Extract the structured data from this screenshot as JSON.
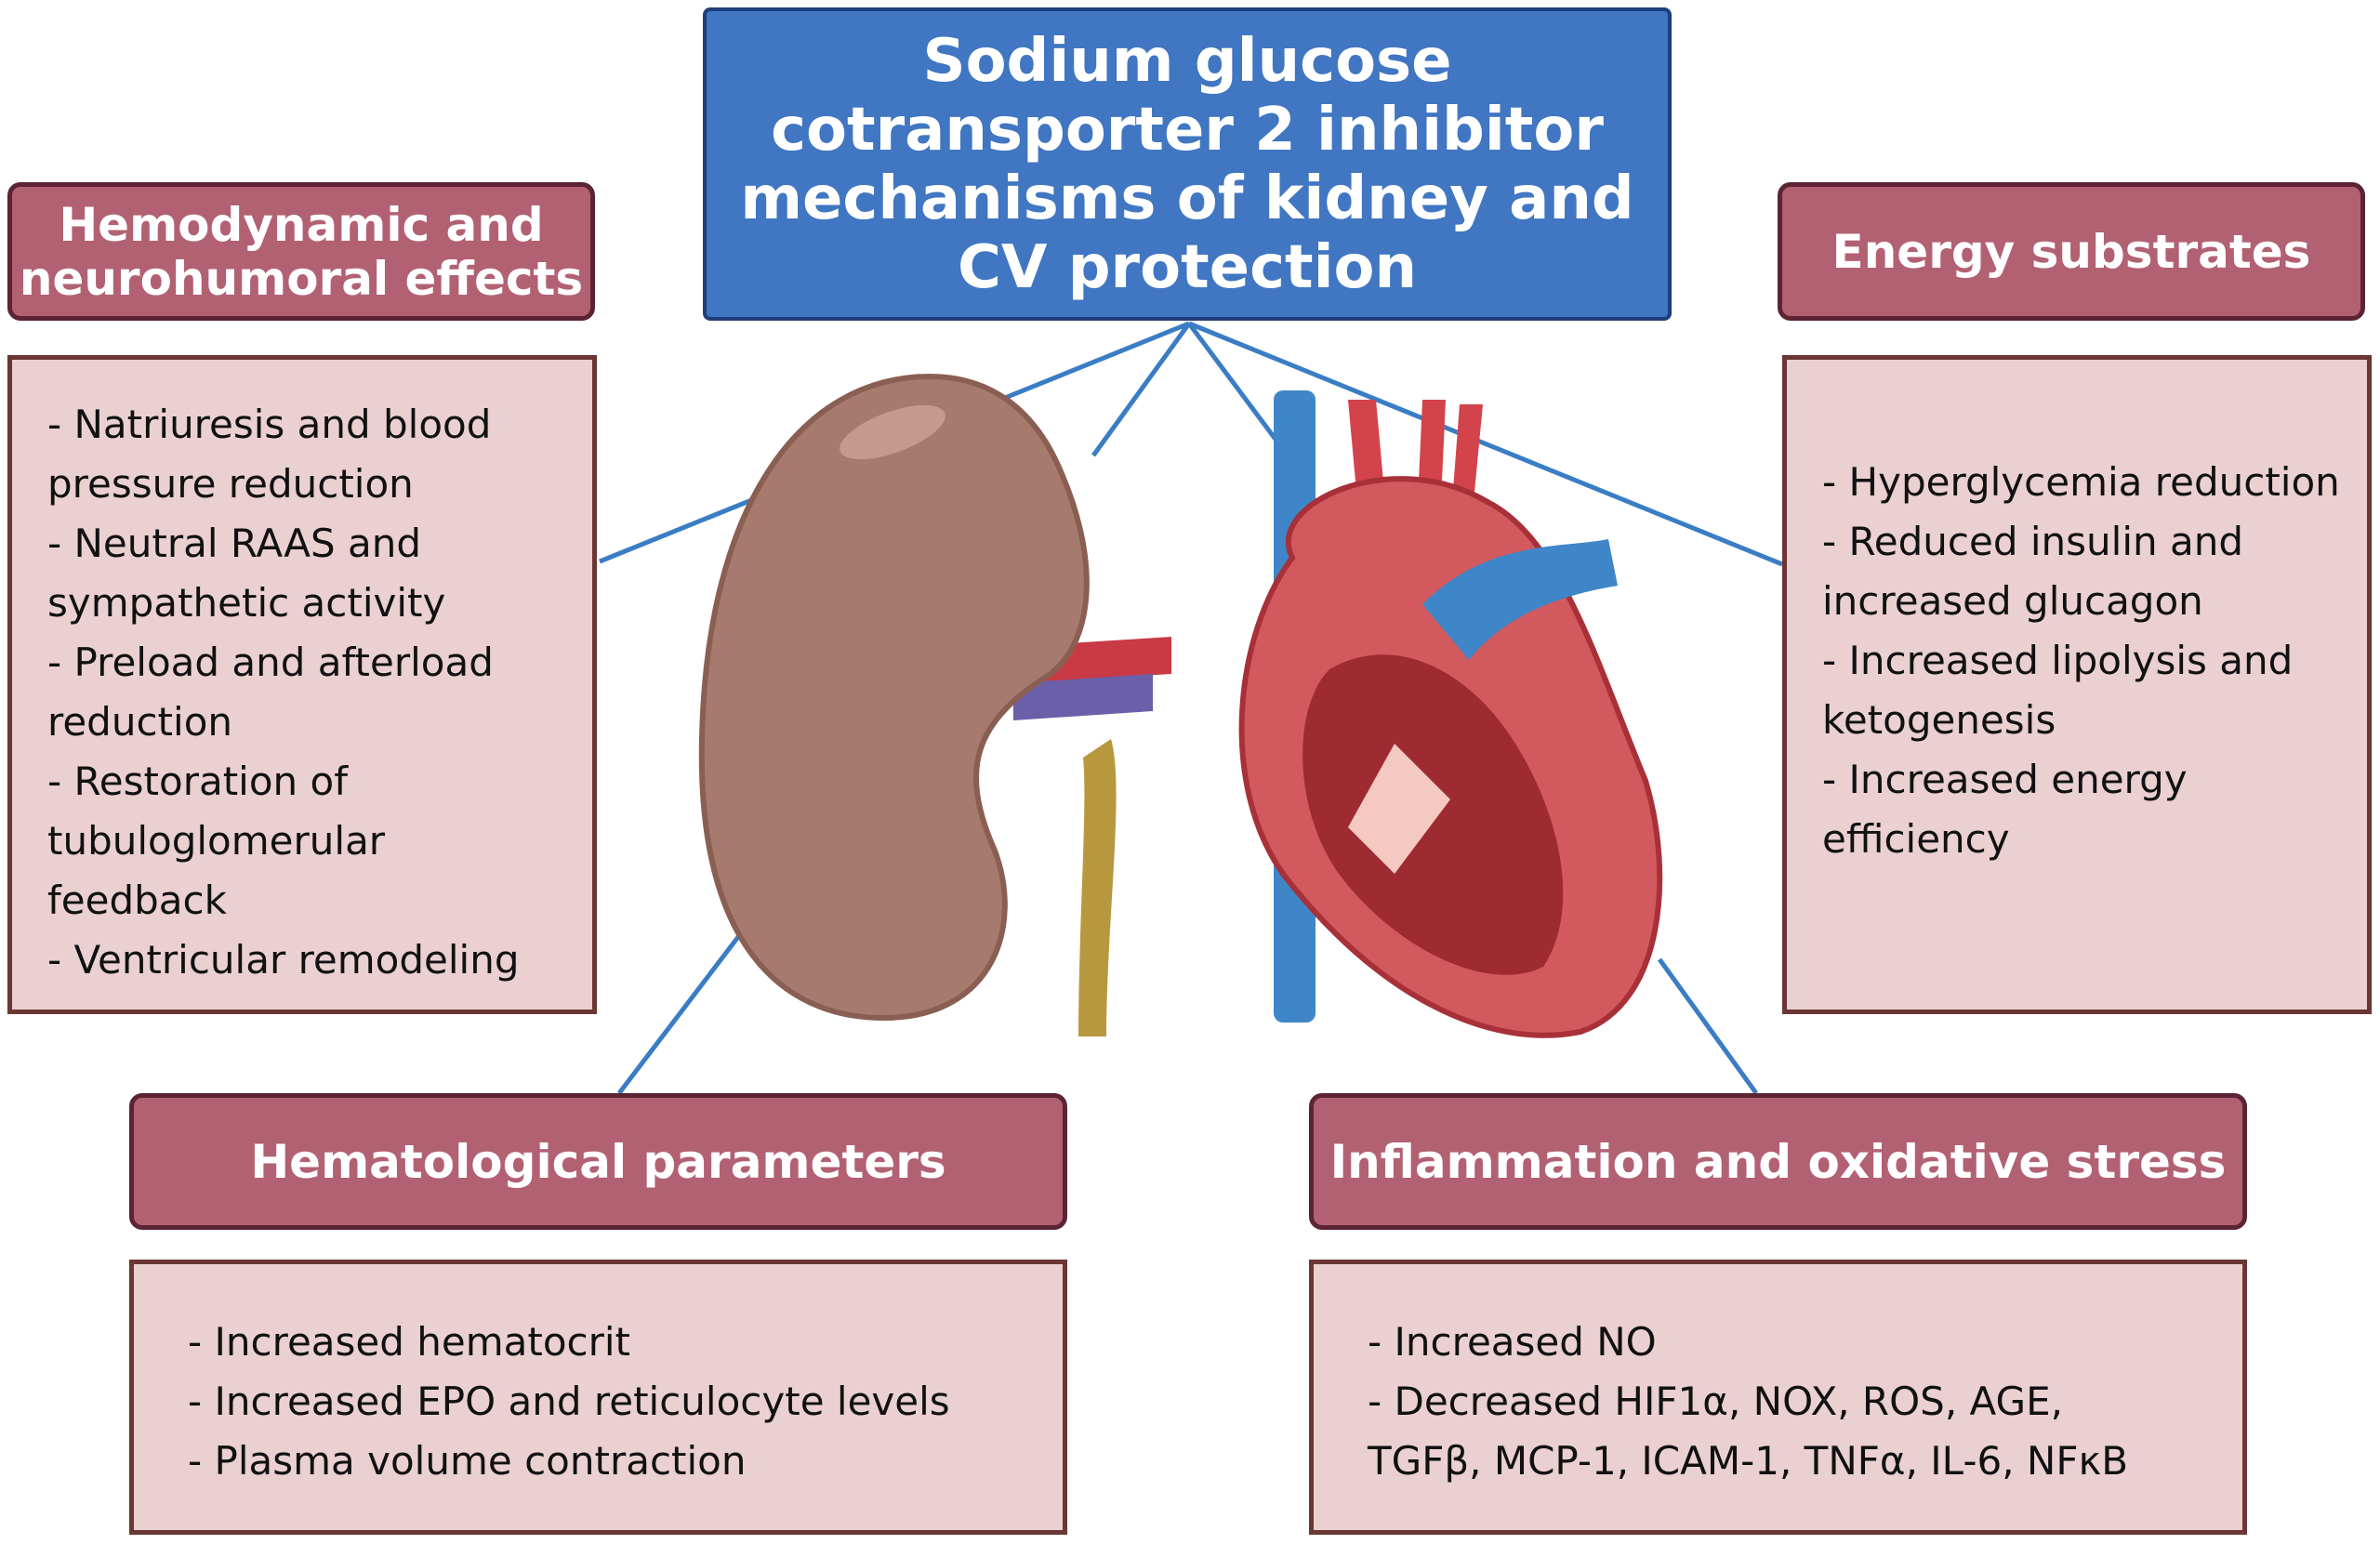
{
  "title": "Sodium glucose cotransporter 2 inhibitor mechanisms of kidney and CV protection",
  "panels": {
    "hemodynamic": {
      "header": "Hemodynamic and neurohumoral effects",
      "items": [
        "- Natriuresis and blood pressure reduction",
        "- Neutral RAAS and sympathetic activity",
        "- Preload and afterload reduction",
        "- Restoration of tubuloglomerular feedback",
        "- Ventricular remodeling"
      ]
    },
    "energy": {
      "header": "Energy substrates",
      "items": [
        "- Hyperglycemia reduction",
        "- Reduced insulin and increased glucagon",
        "- Increased lipolysis and ketogenesis",
        "- Increased energy efficiency"
      ]
    },
    "hematological": {
      "header": "Hematological parameters",
      "items": [
        "- Increased hematocrit",
        "- Increased EPO and reticulocyte levels",
        "- Plasma volume contraction"
      ]
    },
    "inflammation": {
      "header": "Inflammation and oxidative stress",
      "items": [
        "- Increased NO",
        "- Decreased HIF1α, NOX, ROS, AGE, TGFβ, MCP-1, ICAM-1, TNFα, IL-6, NFκB"
      ]
    }
  },
  "colors": {
    "title_bg": "#4076c2",
    "header_bg": "#b26173",
    "body_bg": "#ead0d1",
    "line": "#3b7dc4"
  }
}
